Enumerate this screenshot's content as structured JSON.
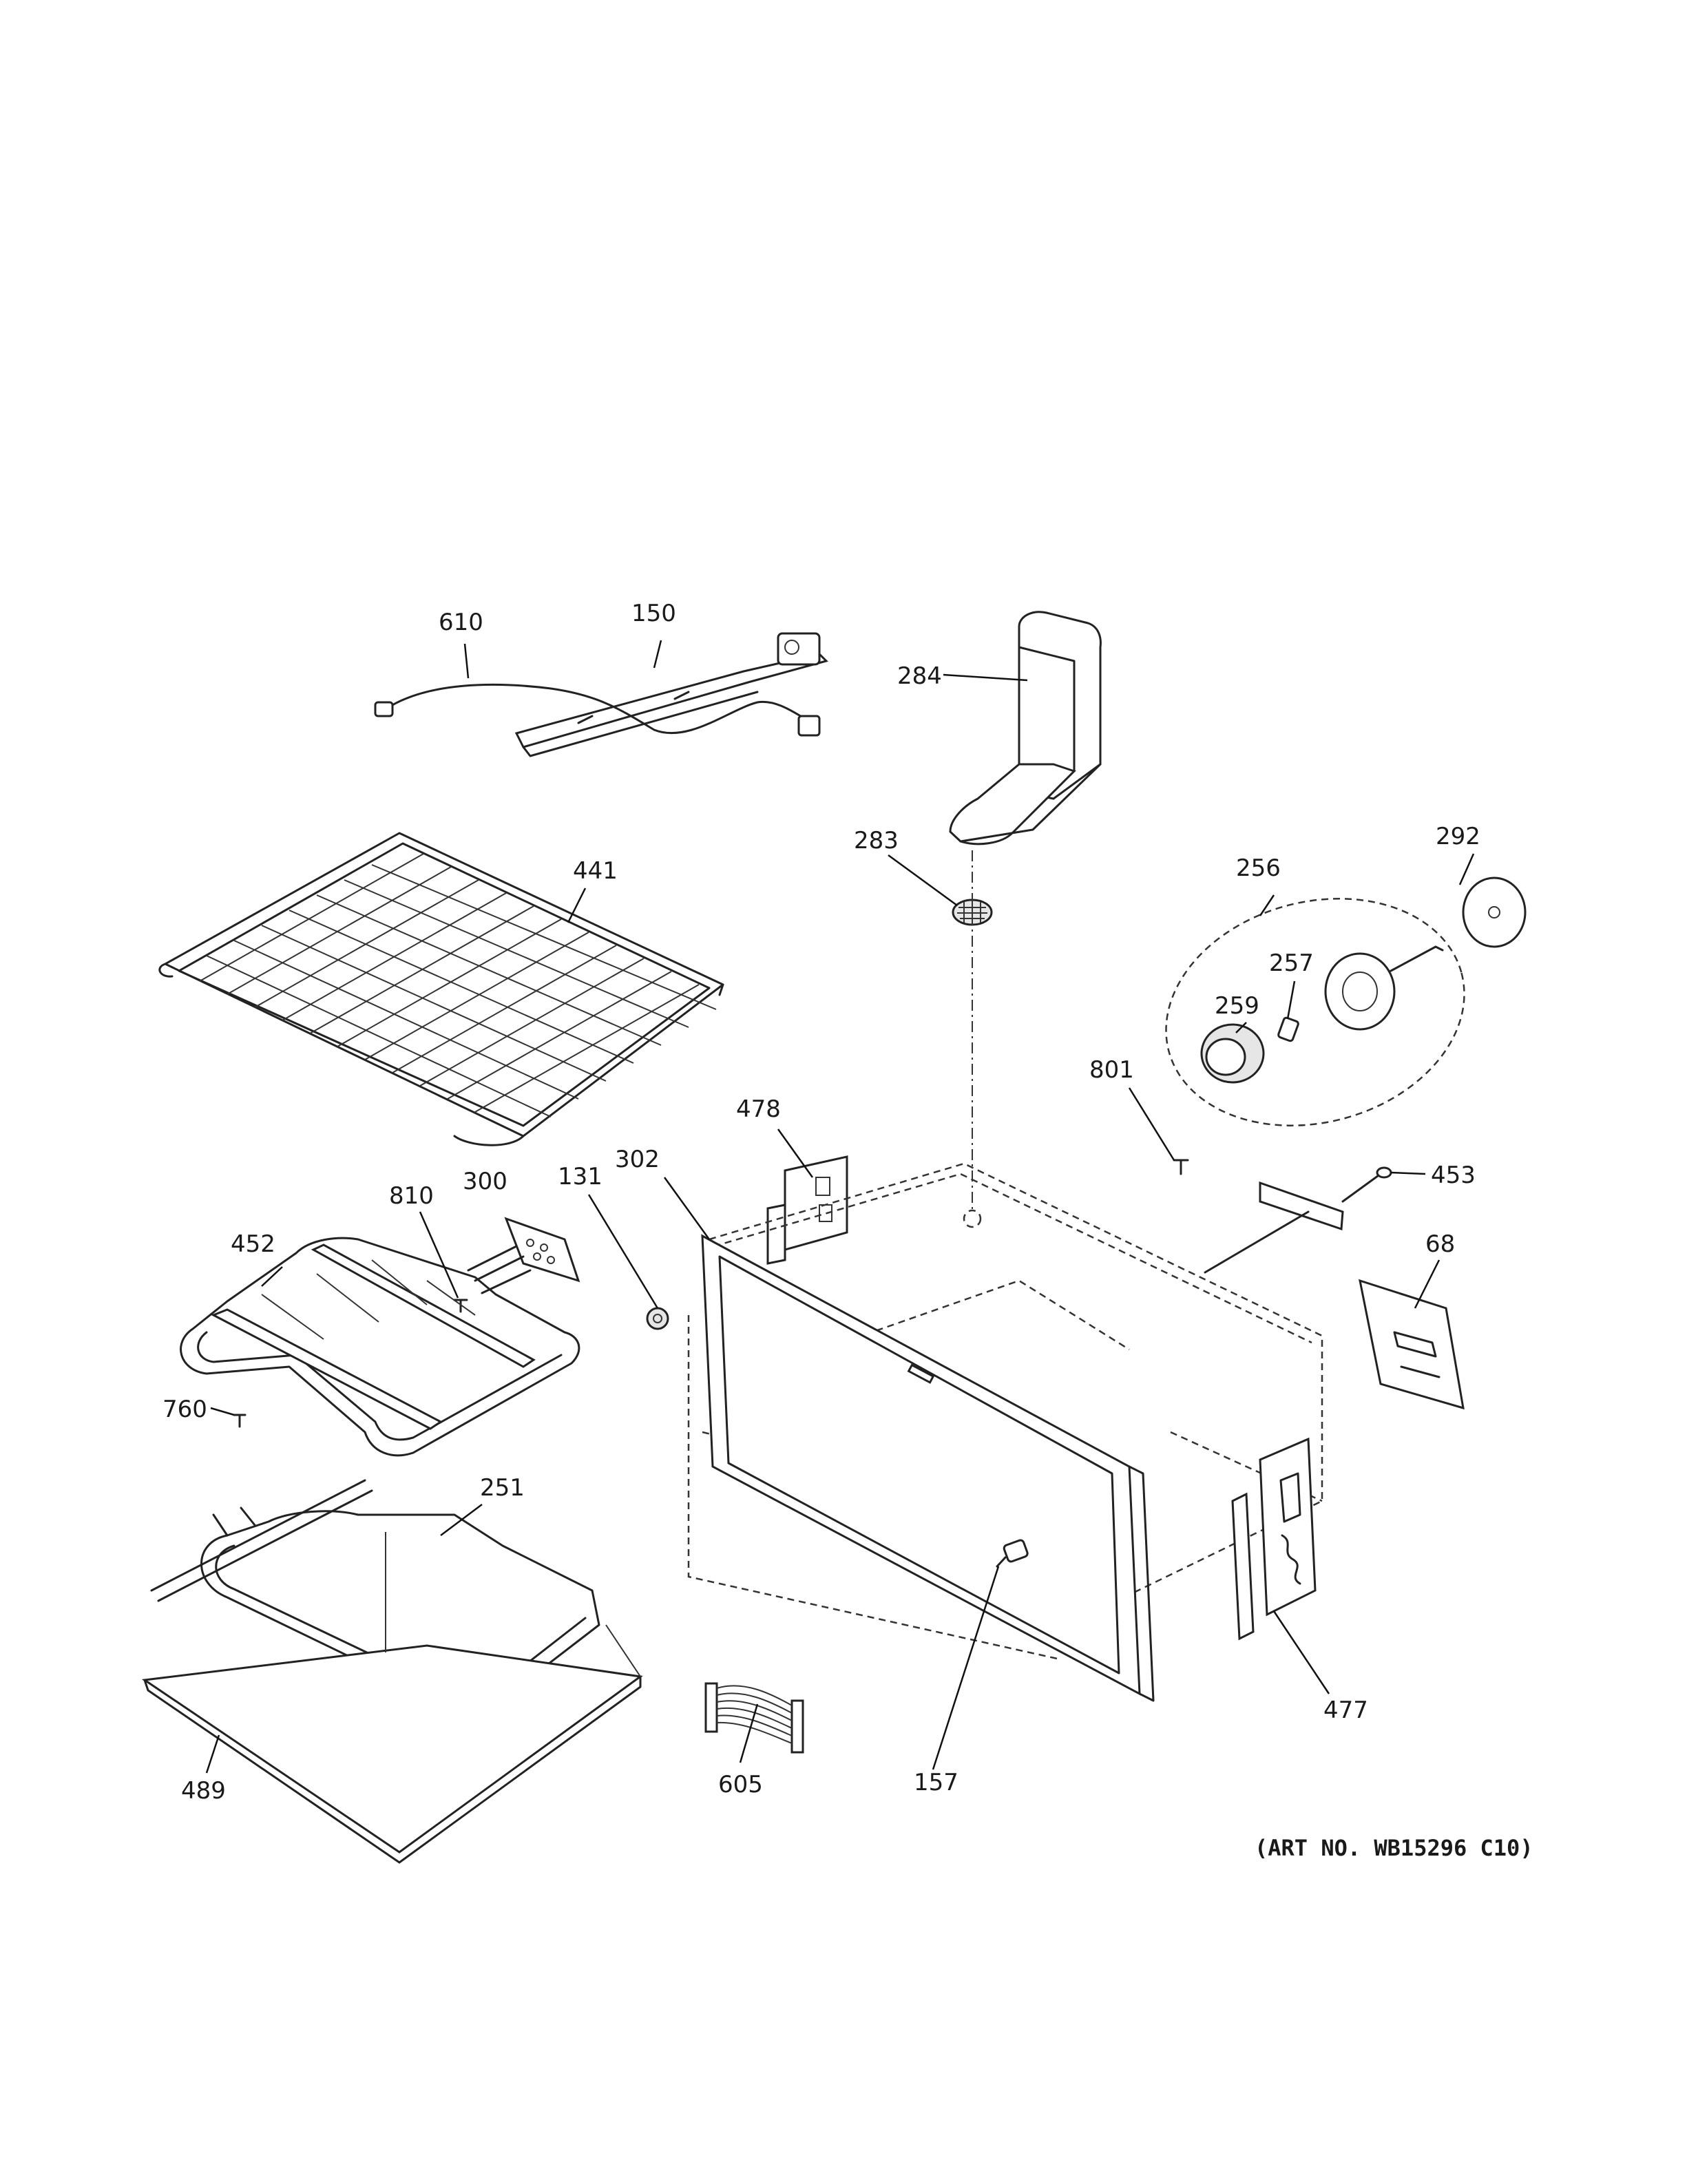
{
  "parts": [
    {
      "id": "p610",
      "label": "610"
    },
    {
      "id": "p150",
      "label": "150"
    },
    {
      "id": "p284",
      "label": "284"
    },
    {
      "id": "p283",
      "label": "283"
    },
    {
      "id": "p441",
      "label": "441"
    },
    {
      "id": "p256",
      "label": "256"
    },
    {
      "id": "p292",
      "label": "292"
    },
    {
      "id": "p257",
      "label": "257"
    },
    {
      "id": "p259",
      "label": "259"
    },
    {
      "id": "p801",
      "label": "801"
    },
    {
      "id": "p478",
      "label": "478"
    },
    {
      "id": "p302",
      "label": "302"
    },
    {
      "id": "p131",
      "label": "131"
    },
    {
      "id": "p300",
      "label": "300"
    },
    {
      "id": "p810",
      "label": "810"
    },
    {
      "id": "p452",
      "label": "452"
    },
    {
      "id": "p453",
      "label": "453"
    },
    {
      "id": "p68",
      "label": "68"
    },
    {
      "id": "p760",
      "label": "760"
    },
    {
      "id": "p251",
      "label": "251"
    },
    {
      "id": "p477",
      "label": "477"
    },
    {
      "id": "p605",
      "label": "605"
    },
    {
      "id": "p157",
      "label": "157"
    },
    {
      "id": "p489",
      "label": "489"
    }
  ],
  "art_note": "(ART NO. WB15296 C10)"
}
